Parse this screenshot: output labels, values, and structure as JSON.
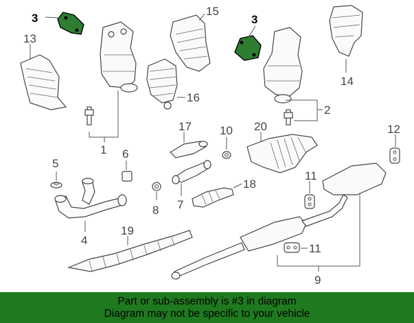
{
  "callouts": {
    "c1": "1",
    "c2": "2",
    "c3a": "3",
    "c3b": "3",
    "c4": "4",
    "c5": "5",
    "c6": "6",
    "c7": "7",
    "c8": "8",
    "c9": "9",
    "c10": "10",
    "c11a": "11",
    "c11b": "11",
    "c12": "12",
    "c13": "13",
    "c14": "14",
    "c15": "15",
    "c16": "16",
    "c17": "17",
    "c18": "18",
    "c19": "19",
    "c20": "20"
  },
  "banner": {
    "line1": "Part or sub-assembly is #3 in diagram",
    "line2": "Diagram may not be specific to your vehicle"
  },
  "colors": {
    "highlight": "#2e7d32",
    "banner": "#1f7a1f"
  }
}
